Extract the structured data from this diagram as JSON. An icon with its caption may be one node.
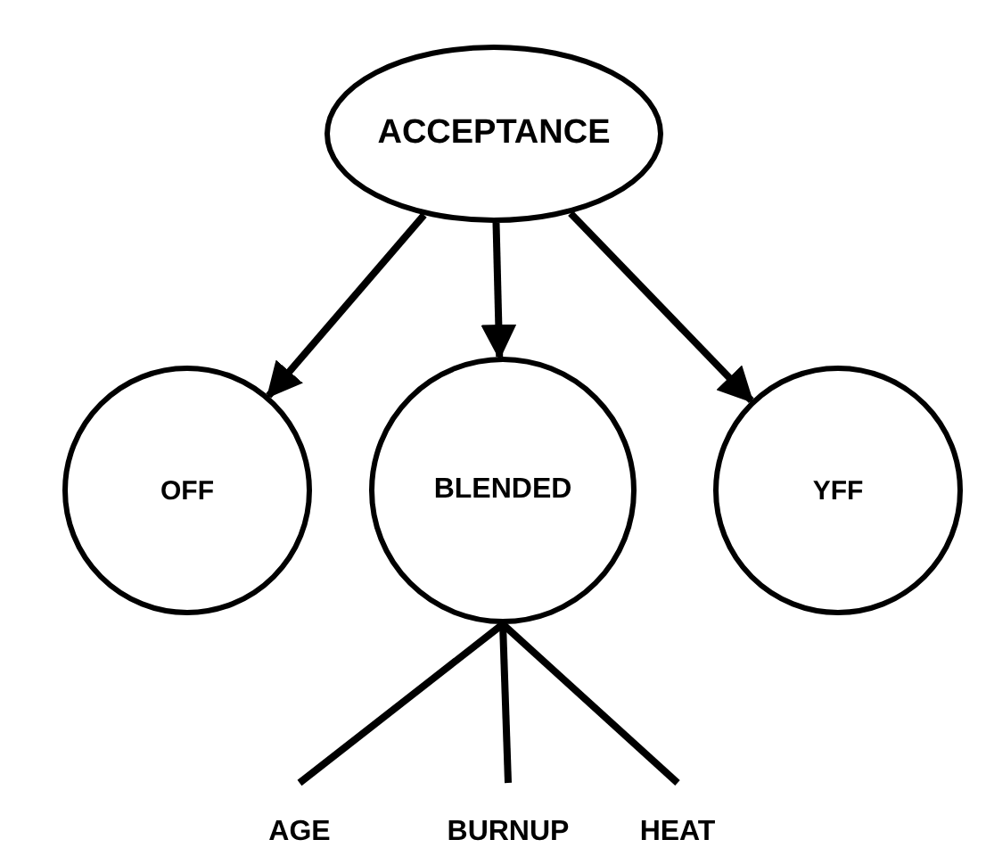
{
  "diagram": {
    "nodes": [
      {
        "text": [
          "ACCEPTANCE"
        ]
      },
      {
        "text": [
          "OFF"
        ]
      },
      {
        "text": [
          "BLENDED"
        ]
      },
      {
        "text": [
          "YFF"
        ]
      },
      {
        "text": [
          "AGE"
        ]
      },
      {
        "text": [
          "BURNUP"
        ]
      },
      {
        "text": [
          "HEAT"
        ]
      }
    ],
    "edges": [
      {
        "from": 0,
        "to": 1,
        "arrow": "to"
      },
      {
        "from": 0,
        "to": 2,
        "arrow": "to"
      },
      {
        "from": 0,
        "to": 3,
        "arrow": "to"
      },
      {
        "from": 2,
        "to": 4,
        "arrow": "none"
      },
      {
        "from": 2,
        "to": 5,
        "arrow": "none"
      },
      {
        "from": 2,
        "to": 6,
        "arrow": "none"
      }
    ]
  }
}
